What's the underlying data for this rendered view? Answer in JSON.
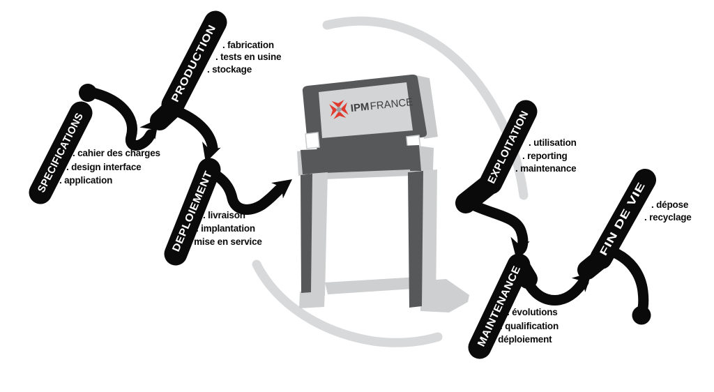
{
  "diagram": {
    "stages": [
      {
        "label": "SPECIFICATIONS",
        "items": [
          "cahier des charges",
          "design interface",
          "application"
        ]
      },
      {
        "label": "PRODUCTION",
        "items": [
          "fabrication",
          "tests en usine",
          "stockage"
        ]
      },
      {
        "label": "DEPLOIEMENT",
        "items": [
          "livraison",
          "implantation",
          "mise en service"
        ]
      },
      {
        "label": "EXPLOITATION",
        "items": [
          "utilisation",
          "reporting",
          "maintenance"
        ]
      },
      {
        "label": "MAINTENANCE",
        "items": [
          "évolutions",
          "qualification",
          "déploiement"
        ]
      },
      {
        "label": "FIN DE VIE",
        "items": [
          "dépose",
          "recyclage"
        ]
      }
    ],
    "kiosk": {
      "brand_bold": "IPM",
      "brand_regular": "FRANCE"
    },
    "colors": {
      "ribbon_black": "#0a0a0a",
      "kiosk_frame_dark": "#57585a",
      "kiosk_panel_light": "#d2d4d5",
      "cycle_arc_gray": "#d8d9da",
      "logo_red": "#e0392e",
      "logo_text_dark": "#3e3f41"
    }
  }
}
